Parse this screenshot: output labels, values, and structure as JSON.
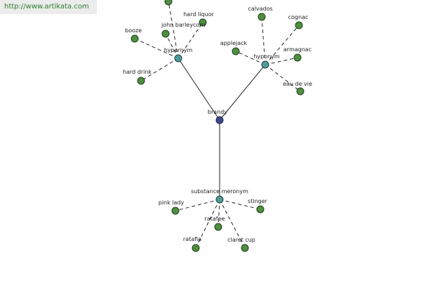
{
  "watermark": {
    "text": "http://www.artikata.com"
  },
  "graph": {
    "root": {
      "id": "brandy",
      "label": "brandy"
    },
    "relations": [
      {
        "id": "hypernym",
        "label": "hypernym"
      },
      {
        "id": "hyponym",
        "label": "hyponym"
      },
      {
        "id": "substance_meronym",
        "label": "substance meronym"
      }
    ],
    "leaves": [
      {
        "id": "hn_top",
        "label": "",
        "relation": "hypernym"
      },
      {
        "id": "hard_liquor",
        "label": "hard liquor",
        "relation": "hypernym"
      },
      {
        "id": "john_barleycorn",
        "label": "john barleycorn",
        "relation": "hypernym"
      },
      {
        "id": "booze",
        "label": "booze",
        "relation": "hypernym"
      },
      {
        "id": "hard_drink",
        "label": "hard drink",
        "relation": "hypernym"
      },
      {
        "id": "calvados",
        "label": "calvados",
        "relation": "hyponym"
      },
      {
        "id": "cognac",
        "label": "cognac",
        "relation": "hyponym"
      },
      {
        "id": "applejack",
        "label": "applejack",
        "relation": "hyponym"
      },
      {
        "id": "armagnac",
        "label": "armagnac",
        "relation": "hyponym"
      },
      {
        "id": "eau_de_vie",
        "label": "eau de vie",
        "relation": "hyponym"
      },
      {
        "id": "pink_lady",
        "label": "pink lady",
        "relation": "substance_meronym"
      },
      {
        "id": "stinger",
        "label": "stinger",
        "relation": "substance_meronym"
      },
      {
        "id": "ratafee",
        "label": "ratafee",
        "relation": "substance_meronym"
      },
      {
        "id": "ratafia",
        "label": "ratafia",
        "relation": "substance_meronym"
      },
      {
        "id": "claret_cup",
        "label": "claret cup",
        "relation": "substance_meronym"
      }
    ]
  },
  "colors": {
    "leaf": "#4f8f3f",
    "relation": "#4f9a98",
    "root": "#3b4a8c",
    "edge": "#222222",
    "watermark_text": "#2e7d2e"
  }
}
